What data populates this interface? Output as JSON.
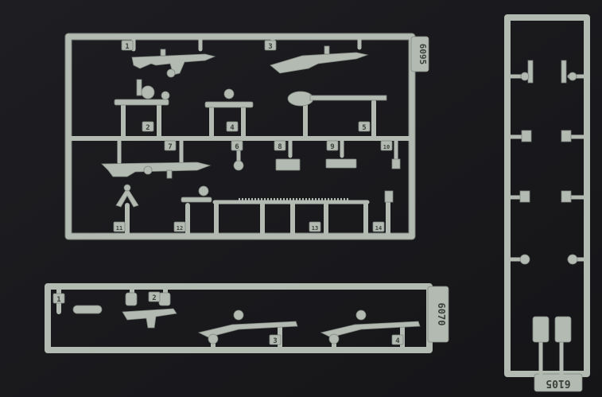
{
  "colors": {
    "background": "#1a1a1e",
    "plastic": "#b3bab2",
    "plastic_shadow": "#7f867f",
    "tag_text": "#3b3f3b"
  },
  "sprues": {
    "top": {
      "code": "6095",
      "parts": [
        "1",
        "2",
        "3",
        "4",
        "5",
        "6",
        "7",
        "8",
        "9",
        "10",
        "11",
        "12",
        "13",
        "14"
      ]
    },
    "bottom": {
      "code": "6070",
      "parts": [
        "1",
        "2",
        "3",
        "4"
      ]
    },
    "right": {
      "code": "6105"
    }
  }
}
